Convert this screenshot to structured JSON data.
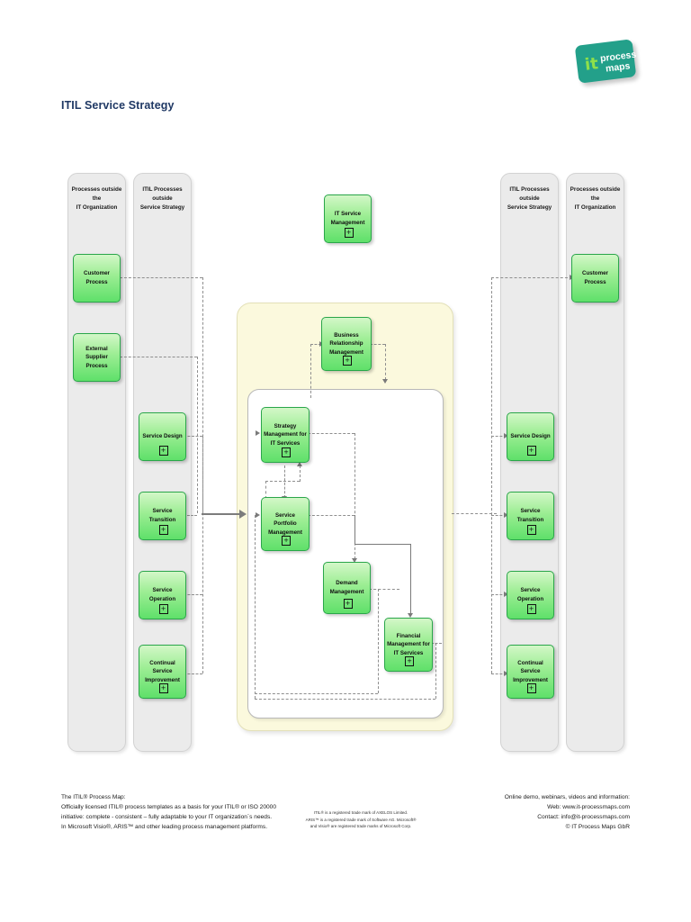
{
  "page": {
    "title": "ITIL Service Strategy",
    "logo": {
      "it": "it",
      "word1": "process",
      "word2": "maps",
      "color": "#23a08a",
      "accent": "#8fe04a"
    }
  },
  "bands": {
    "left_outer": "Processes outside the\nIT Organization",
    "left_inner": "ITIL Processes outside\nService Strategy",
    "right_inner": "ITIL Processes outside\nService Strategy",
    "right_outer": "Processes outside the\nIT Organization"
  },
  "boxes": {
    "itsm": "IT Service Management",
    "customer_process_left": "Customer Process",
    "external_supplier_process": "External Supplier Process",
    "service_design_left": "Service Design",
    "service_transition_left": "Service Transition",
    "service_operation_left": "Service Operation",
    "csi_left": "Continual Service Improvement",
    "brm": "Business Relationship Management",
    "smits": "Strategy Management for IT Services",
    "spm": "Service Portfolio Management",
    "dm": "Demand Management",
    "fmits": "Financial Management for IT Services",
    "customer_process_right": "Customer Process",
    "service_design_right": "Service Design",
    "service_transition_right": "Service Transition",
    "service_operation_right": "Service Operation",
    "csi_right": "Continual Service Improvement",
    "expand_marker": "+"
  },
  "footer": {
    "left_line1": "The ITIL® Process Map:",
    "left_line2": "Officially licensed ITIL® process templates as a basis for your ITIL® or ISO 20000",
    "left_line3": "initiative: complete - consistent – fully adaptable to your IT organization´s needs.",
    "left_line4": "In Microsoft Visio®, ARIS™ and other leading process management platforms.",
    "legal_line1": "ITIL® is a registered trade mark of AXELOS Limited.",
    "legal_line2": "ARIS™ is a registered trade mark of Software AG. Microsoft®",
    "legal_line3": "and Visio® are registered trade marks of Microsoft Corp.",
    "right_line1": "Online demo, webinars, videos and information:",
    "right_line2": "Web: www.it-processmaps.com",
    "right_line3": "Contact: info@it-processmaps.com",
    "right_line4": "© IT Process Maps GbR"
  }
}
